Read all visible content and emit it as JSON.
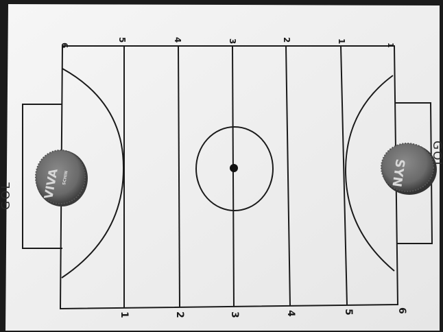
{
  "photo": {
    "subject": "hand-drawn futsal court on paper with two bottle caps as goals",
    "background_color": "#1b1b1b",
    "paper_color": "#f2f2f2",
    "ink_color": "#1a1a1a",
    "cap_color": "#6a6a6a"
  },
  "court": {
    "top_numbers": [
      "6",
      "5",
      "4",
      "3",
      "2",
      "1",
      "1"
    ],
    "bottom_numbers": [
      "1",
      "2",
      "3",
      "4",
      "5",
      "6"
    ]
  },
  "goals": {
    "left_label": "GOL",
    "right_label": "GOL"
  },
  "caps": {
    "left_text": "VIVA",
    "left_subtext": "SCHIN",
    "right_text": "SYN"
  }
}
